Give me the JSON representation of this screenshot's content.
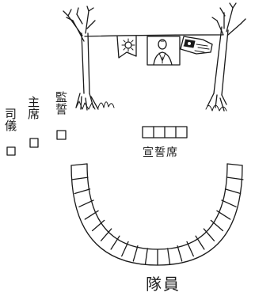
{
  "labels": {
    "ceremony_officer": "司儀",
    "chairman": "主席",
    "oath_supervisor": "監誓",
    "oath_taker_seat": "宣誓席",
    "team_members": "隊員"
  },
  "flags": [
    "party-flag",
    "portrait",
    "national-flag"
  ],
  "seats": {
    "oath_row_boxes": 4,
    "arc_boxes": 22
  },
  "colors": {
    "ink": "#1a1a1a",
    "paper": "#ffffff"
  }
}
